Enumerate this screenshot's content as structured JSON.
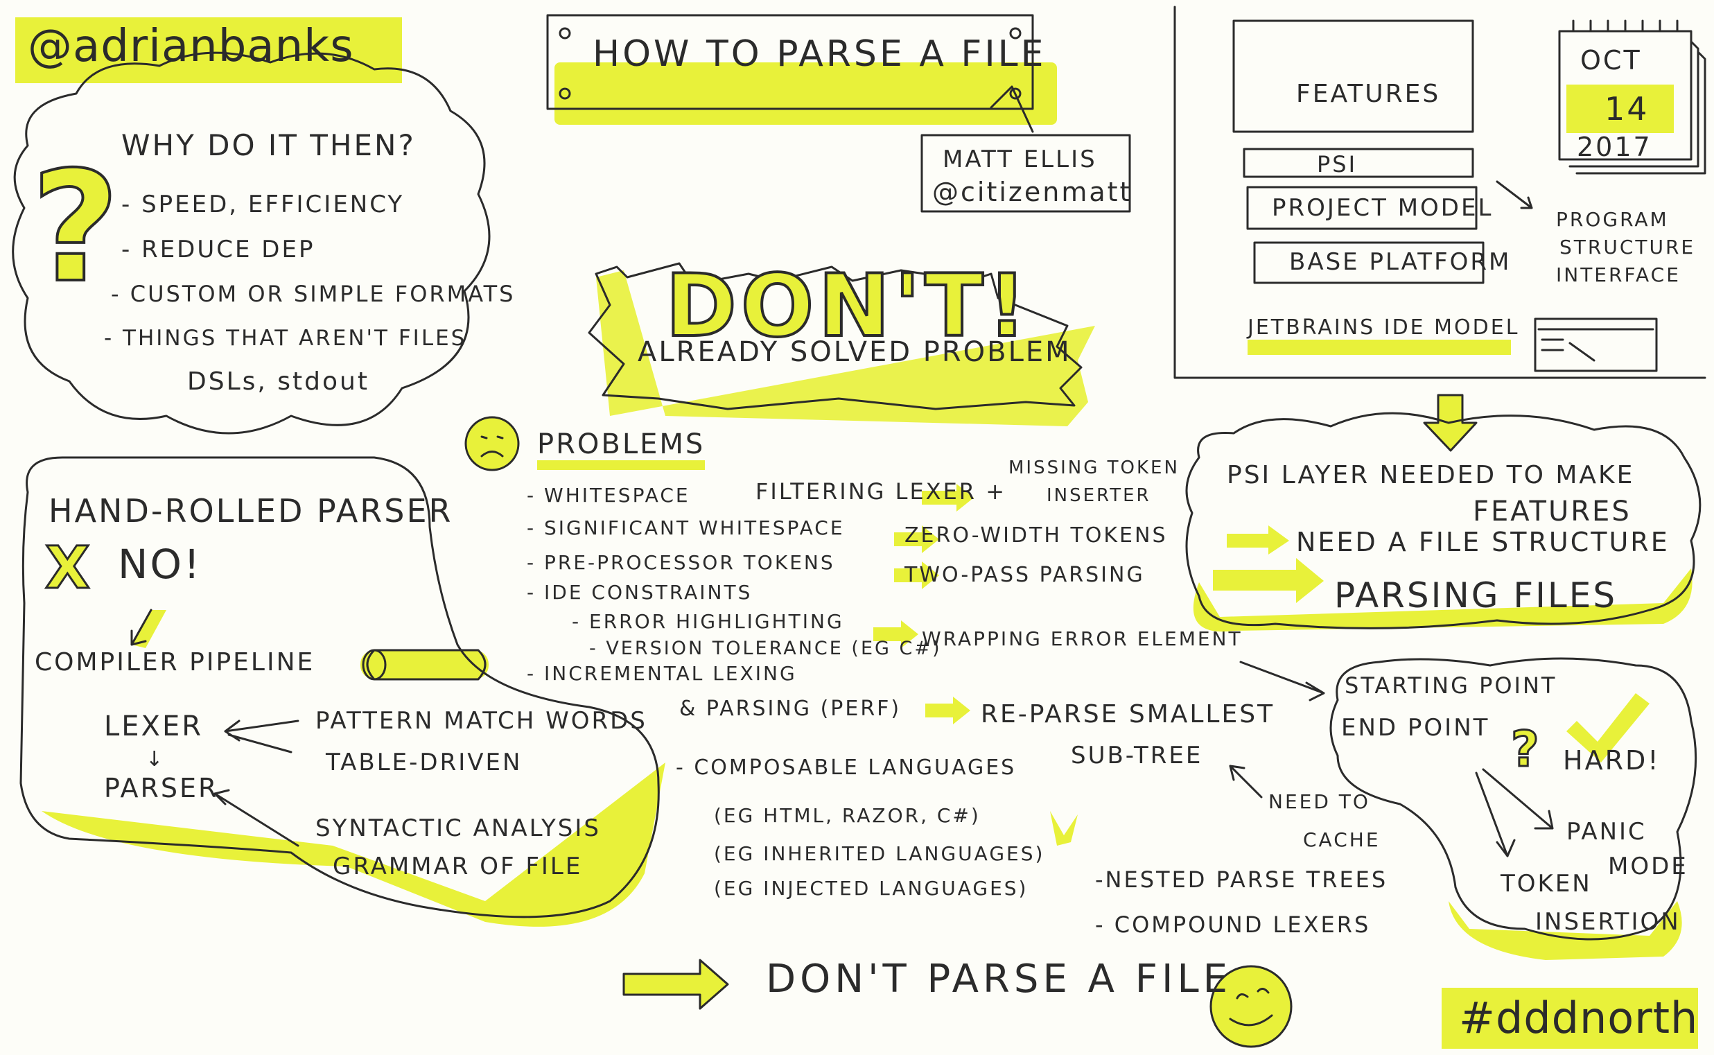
{
  "author_handle": "@adrianbanks",
  "event_hashtag": "#dddnorth",
  "title_sign": {
    "title": "How To Parse A File",
    "speaker_name": "Matt Ellis",
    "speaker_handle": "@citizenmatt"
  },
  "date": {
    "month": "Oct",
    "day": "14",
    "year": "2017"
  },
  "why_cloud": {
    "mark": "?",
    "heading": "Why do it then?",
    "items": [
      "- Speed, Efficiency",
      "- Reduce Dep",
      "- Custom or simple formats",
      "- Things that aren't files",
      "DSLs, stdout"
    ]
  },
  "dont_burst": {
    "headline": "DON'T!",
    "subtitle": "Already solved problem"
  },
  "ide_model": {
    "features": "Features",
    "psi": "PSI",
    "project_model": "Project Model",
    "base_platform": "Base Platform",
    "label": "JetBrains IDE Model",
    "psi_full": [
      "Program",
      "Structure",
      "Interface"
    ]
  },
  "psi_cloud": {
    "line1": "PSI Layer needed to make",
    "line2": "features",
    "line3": "Need a file structure",
    "line4": "Parsing Files"
  },
  "hand_rolled": {
    "title": "Hand-Rolled Parser",
    "cross": "X",
    "no": "No!",
    "pipeline": "Compiler Pipeline",
    "lexer": "Lexer",
    "down_arrow": "↓",
    "parser": "Parser",
    "lexer_notes": [
      "Pattern match words",
      "Table-driven"
    ],
    "parser_notes": [
      "Syntactic Analysis",
      "Grammar of file"
    ]
  },
  "problems": {
    "heading": "Problems",
    "lines": [
      "- Whitespace",
      "Filtering Lexer +",
      "Missing Token",
      "Inserter",
      "- Significant Whitespace",
      "Zero-width tokens",
      "- Pre-processor tokens",
      "Two-pass parsing",
      "- IDE Constraints",
      "- Error highlighting",
      "Wrapping error element",
      "- Version tolerance (eg C#)",
      "- Incremental Lexing",
      "& Parsing (perf)",
      "Re-parse smallest",
      "sub-tree",
      "Need to",
      "cache",
      "- Composable Languages",
      "(eg HTML, Razor, C#)",
      "(eg Inherited Languages)",
      "(eg Injected Languages)",
      "-Nested parse trees",
      "- Compound Lexers"
    ]
  },
  "start_end": {
    "starting": "Starting point",
    "ending": "End point",
    "hard": "Hard!",
    "q": "?",
    "panic": [
      "Panic",
      "Mode"
    ],
    "token": [
      "Token",
      "Insertion"
    ]
  },
  "conclusion": "Don't parse a file",
  "colors": {
    "highlighter": "#e8f13a",
    "ink": "#2b2b2b",
    "paper": "#fdfdf8"
  }
}
